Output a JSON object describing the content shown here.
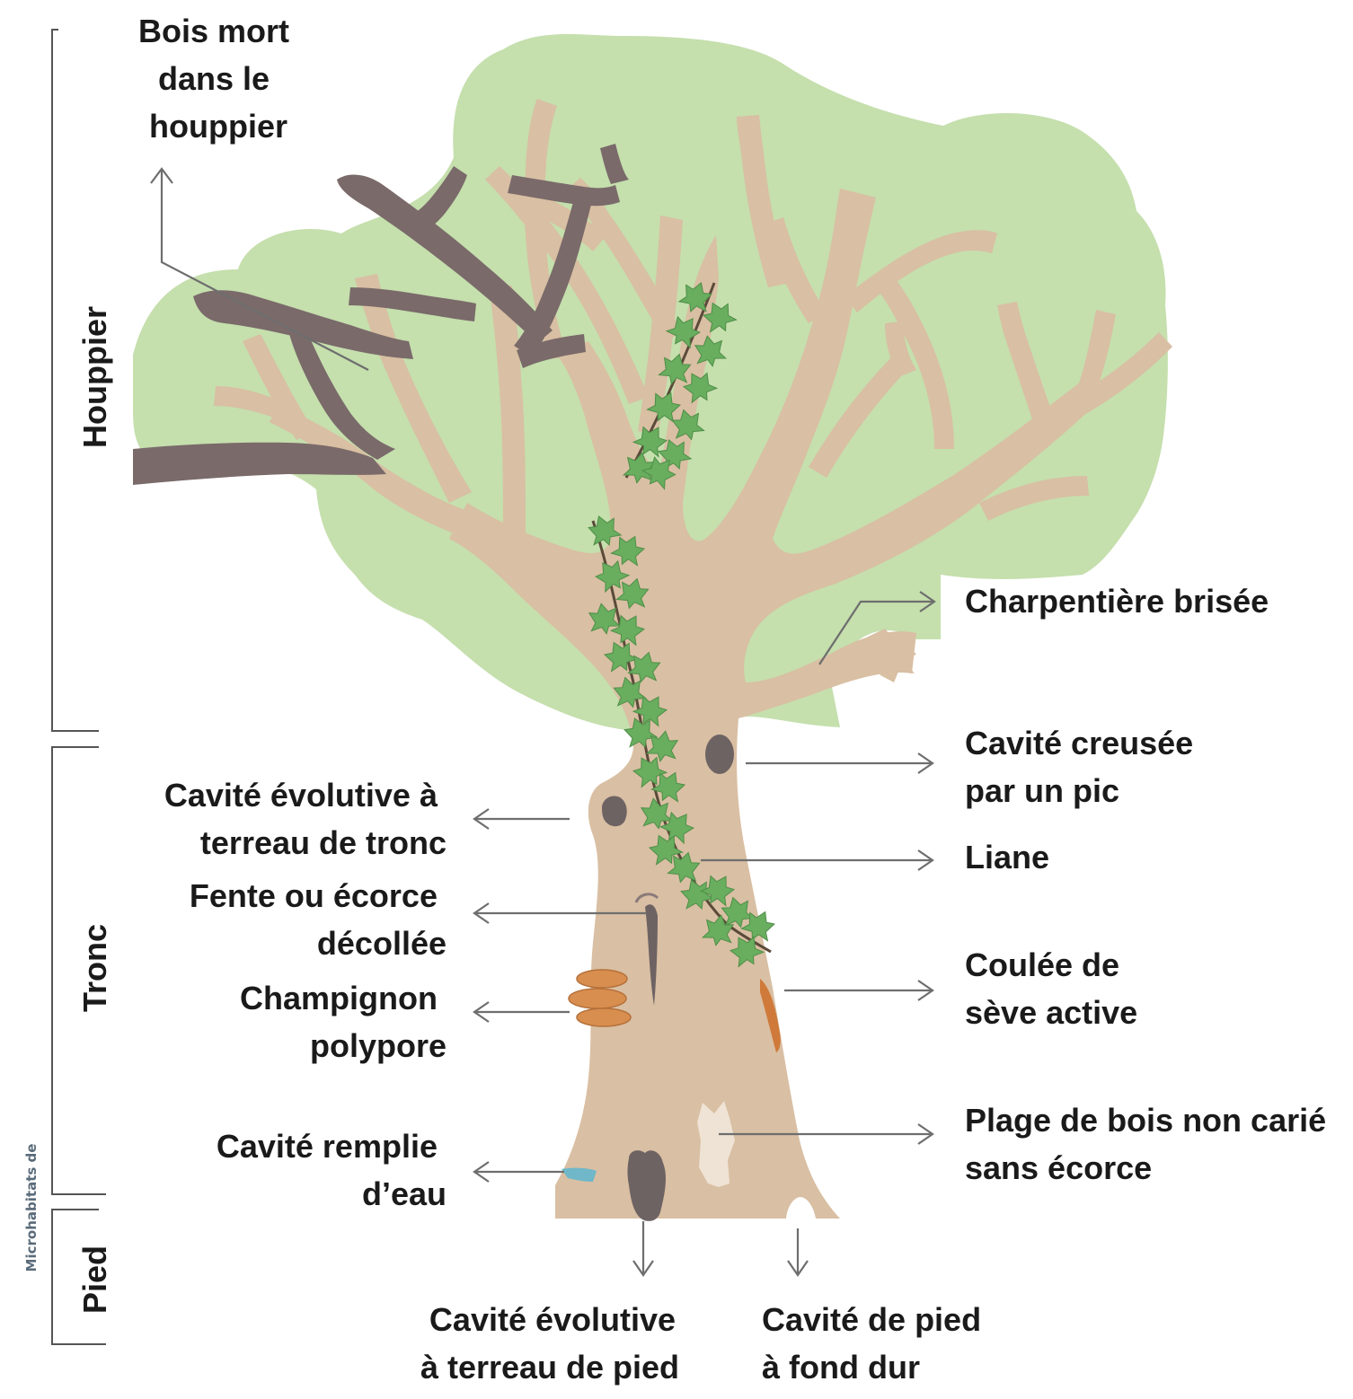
{
  "colors": {
    "foliage": "#c5dfad",
    "wood": "#d9bfa3",
    "dead_wood": "#7a6a6a",
    "ivy_leaf": "#69ad5f",
    "ivy_stem": "#5b4a3a",
    "fungus": "#d88e4e",
    "sap": "#cf7a3a",
    "bare_wood": "#efe3d5",
    "water": "#6fb7c9",
    "cavity": "#6e6363",
    "text": "#1a1a1a",
    "arrow": "#6e6e6e"
  },
  "sections": {
    "crown": "Houppier",
    "trunk": "Tronc",
    "foot": "Pied",
    "side_note": "Microhabitats de"
  },
  "labels": {
    "dead_wood_crown": [
      "Bois mort",
      "dans le",
      "houppier"
    ],
    "broken_limb": [
      "Charpentière brisée"
    ],
    "woodpecker_cavity": [
      "Cavité creusée",
      "par un pic"
    ],
    "trunk_mould_cavity": [
      "Cavité évolutive à",
      "terreau de tronc"
    ],
    "liana": [
      "Liane"
    ],
    "crack_bark": [
      "Fente ou écorce",
      "décollée"
    ],
    "sap_run": [
      "Coulée de",
      "sève active"
    ],
    "polypore": [
      "Champignon",
      "polypore"
    ],
    "bare_wood_patch": [
      "Plage de bois non carié",
      "sans écorce"
    ],
    "water_cavity": [
      "Cavité remplie",
      "d’eau"
    ],
    "foot_mould_cavity": [
      "Cavité évolutive",
      "à terreau de pied"
    ],
    "hard_foot_cavity": [
      "Cavité de pied",
      "à fond dur"
    ]
  },
  "icons": {
    "tree": "tree-illustration",
    "ivy": "ivy-leaf-icon",
    "arrow": "arrow-icon"
  }
}
